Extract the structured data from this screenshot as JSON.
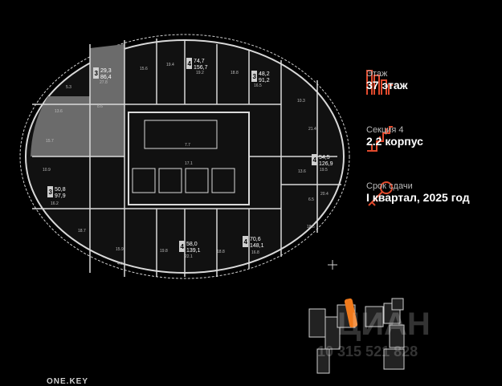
{
  "info": {
    "floor_label": "Этаж",
    "floor_value": "37 этаж",
    "section_label": "Секция 4",
    "section_value": "2.2 корпус",
    "deadline_label": "Срок сдачи",
    "deadline_value": "I квартал, 2025 год"
  },
  "apartments": [
    {
      "num": "3",
      "area": "29,3",
      "total": "86,4"
    },
    {
      "num": "4",
      "area": "74,7",
      "total": "156,7"
    },
    {
      "num": "3",
      "area": "48,2",
      "total": "91,2"
    },
    {
      "num": "4",
      "area": "54,5",
      "total": "126,9"
    },
    {
      "num": "3",
      "area": "50,8",
      "total": "97,9"
    },
    {
      "num": "4",
      "area": "58,0",
      "total": "139,1"
    },
    {
      "num": "4",
      "area": "70,6",
      "total": "148,1"
    }
  ],
  "room_areas": [
    "5.3",
    "13.6",
    "8.6",
    "15.6",
    "27.8",
    "19.4",
    "18.8",
    "19.2",
    "16.5",
    "10.3",
    "15.7",
    "21.4",
    "10.9",
    "13.6",
    "19.5",
    "16.2",
    "20.4",
    "18.7",
    "18.5",
    "15.9",
    "19.8",
    "22.1",
    "18.8",
    "16.8",
    "17.1",
    "7.7",
    "6.5",
    "4.9"
  ],
  "watermark": {
    "brand": "ЦИАН",
    "phone": "10 315 521 828"
  },
  "brand": "ONE.KEY",
  "colors": {
    "accent": "#e24a2d",
    "wall": "#d9d9d9",
    "highlight": "#f07a1c"
  }
}
